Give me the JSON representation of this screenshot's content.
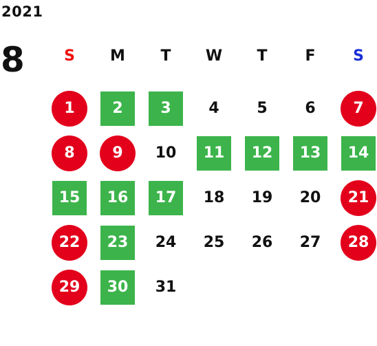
{
  "year": "2021",
  "month": "8",
  "colors": {
    "holiday": "#e3001b",
    "open": "#3cb44b",
    "sunday_label": "#ee1111",
    "saturday_label": "#1a2ed8",
    "text": "#111111"
  },
  "weekdays": [
    {
      "label": "S",
      "kind": "sun"
    },
    {
      "label": "M",
      "kind": ""
    },
    {
      "label": "T",
      "kind": ""
    },
    {
      "label": "W",
      "kind": ""
    },
    {
      "label": "T",
      "kind": ""
    },
    {
      "label": "F",
      "kind": ""
    },
    {
      "label": "S",
      "kind": "sat"
    }
  ],
  "days": [
    {
      "label": "1",
      "style": "holiday"
    },
    {
      "label": "2",
      "style": "open"
    },
    {
      "label": "3",
      "style": "open"
    },
    {
      "label": "4",
      "style": "plain"
    },
    {
      "label": "5",
      "style": "plain"
    },
    {
      "label": "6",
      "style": "plain"
    },
    {
      "label": "7",
      "style": "holiday"
    },
    {
      "label": "8",
      "style": "holiday"
    },
    {
      "label": "9",
      "style": "holiday"
    },
    {
      "label": "10",
      "style": "plain"
    },
    {
      "label": "11",
      "style": "open"
    },
    {
      "label": "12",
      "style": "open"
    },
    {
      "label": "13",
      "style": "open"
    },
    {
      "label": "14",
      "style": "open"
    },
    {
      "label": "15",
      "style": "open"
    },
    {
      "label": "16",
      "style": "open"
    },
    {
      "label": "17",
      "style": "open"
    },
    {
      "label": "18",
      "style": "plain"
    },
    {
      "label": "19",
      "style": "plain"
    },
    {
      "label": "20",
      "style": "plain"
    },
    {
      "label": "21",
      "style": "holiday"
    },
    {
      "label": "22",
      "style": "holiday"
    },
    {
      "label": "23",
      "style": "open"
    },
    {
      "label": "24",
      "style": "plain"
    },
    {
      "label": "25",
      "style": "plain"
    },
    {
      "label": "26",
      "style": "plain"
    },
    {
      "label": "27",
      "style": "plain"
    },
    {
      "label": "28",
      "style": "holiday"
    },
    {
      "label": "29",
      "style": "holiday"
    },
    {
      "label": "30",
      "style": "open"
    },
    {
      "label": "31",
      "style": "plain"
    }
  ]
}
